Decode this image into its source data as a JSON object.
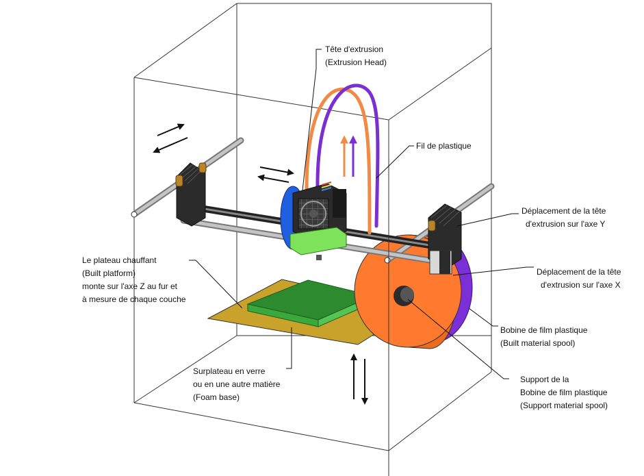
{
  "labels": {
    "extrusion_head": [
      "Tête d'extrusion",
      "(Extrusion Head)"
    ],
    "filament": [
      "Fil de plastique"
    ],
    "y_axis": [
      "Déplacement de la tête",
      "d'extrusion sur l'axe Y"
    ],
    "x_axis": [
      "Déplacement de la tête",
      "d'extrusion sur l'axe X"
    ],
    "build_spool": [
      "Bobine de film plastique",
      "(Built material spool)"
    ],
    "support_spool": [
      "Support de la",
      "Bobine de film plastique",
      "(Support material spool)"
    ],
    "heated_bed": [
      "Le plateau chauffant",
      "(Built platform)",
      "monte sur l'axe Z au fur et",
      "à mesure de chaque couche"
    ],
    "foam_base": [
      "Surplateau en verre",
      "ou en une autre matière",
      "(Foam  base)"
    ]
  },
  "colors": {
    "frame_line": "#333333",
    "rod": "#a6a6a6",
    "bracket": "#2b2b2b",
    "fan_blue": "#1f5fe0",
    "carriage_green": "#7ee35a",
    "filament_orange": "#f08a44",
    "filament_purple": "#7a2fd0",
    "spool_orange": "#ff7a2e",
    "spool_purple": "#7b2fd6",
    "bed_gold": "#c8a22a",
    "platform_green": "#2e8a2e"
  }
}
